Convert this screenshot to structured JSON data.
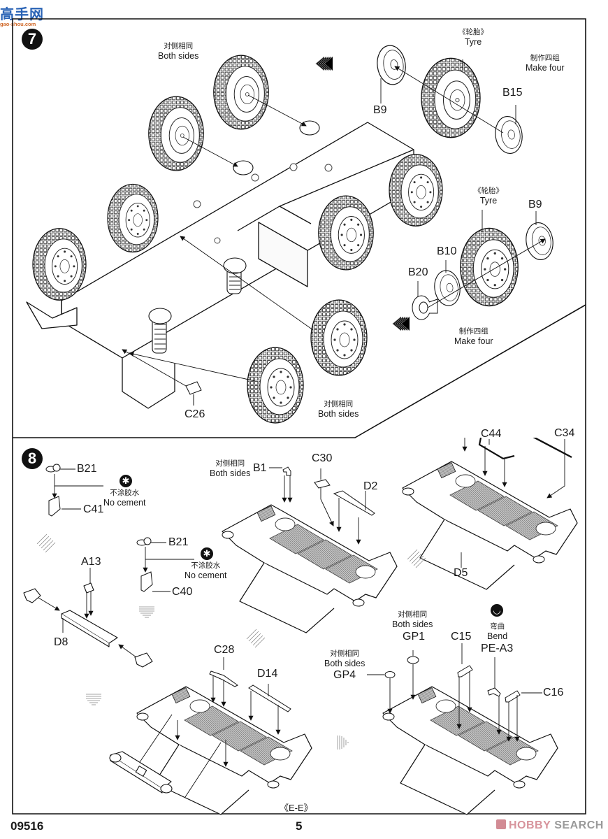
{
  "watermark_top": {
    "title": "高手网",
    "url": "gao-shou.com"
  },
  "watermark_bottom": {
    "brand_a": "HOBBY",
    "brand_b": "SEARCH"
  },
  "footer": {
    "kit_code": "09516",
    "page_number": "5",
    "section_label": "《E-E》"
  },
  "steps": [
    {
      "number": "7",
      "notes": [
        {
          "cn": "对侧相同",
          "en": "Both sides"
        },
        {
          "cn": "《轮胎》",
          "en": "Tyre"
        },
        {
          "cn": "制作四组",
          "en": "Make four"
        },
        {
          "cn": "《轮胎》",
          "en": "Tyre"
        },
        {
          "cn": "制作四组",
          "en": "Make four"
        },
        {
          "cn": "对侧相同",
          "en": "Both sides"
        }
      ],
      "parts": [
        "B9",
        "B15",
        "B9",
        "B10",
        "B20",
        "C26"
      ]
    },
    {
      "number": "8",
      "notes": [
        {
          "cn": "不涂胶水",
          "en": "No cement"
        },
        {
          "cn": "不涂胶水",
          "en": "No cement"
        },
        {
          "cn": "对侧相同",
          "en": "Both sides"
        },
        {
          "cn": "对侧相同",
          "en": "Both sides"
        },
        {
          "cn": "对侧相同",
          "en": "Both sides"
        },
        {
          "cn": "弯曲",
          "en": "Bend"
        }
      ],
      "parts": [
        "B21",
        "C41",
        "B21",
        "C40",
        "A13",
        "D8",
        "B1",
        "C30",
        "D2",
        "C44",
        "C34",
        "D5",
        "C28",
        "D14",
        "GP1",
        "GP4",
        "C15",
        "PE-A3",
        "C16"
      ]
    }
  ],
  "icons": {
    "no_cement": "no-cement-icon",
    "bend": "bend-icon",
    "assembly_arrow": "assembly-arrow-icon"
  }
}
